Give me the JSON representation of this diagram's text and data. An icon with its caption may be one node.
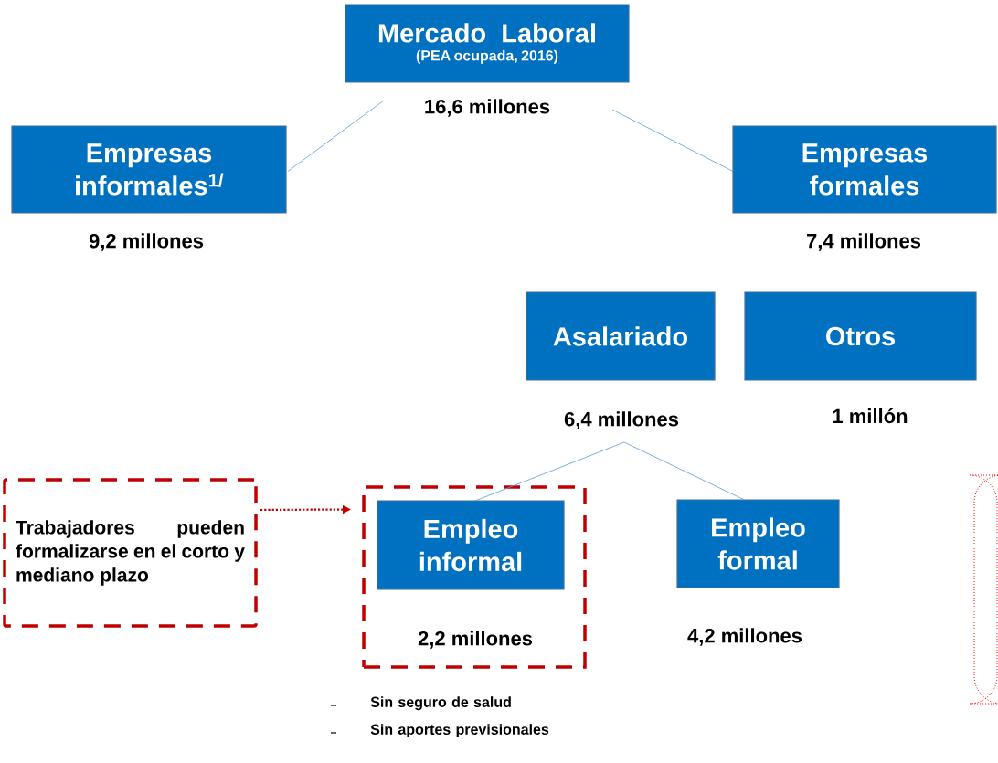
{
  "diagram": {
    "nodes": [
      {
        "text": [
          "Mercado Laboral",
          "(PEA ocupada, 2016)"
        ],
        "beside": [
          "16,6 millones"
        ]
      },
      {
        "text": [
          "Empresas informales$^{1/}$"
        ],
        "beside": [
          "9,2 millones"
        ]
      },
      {
        "text": [
          "Empresas formales"
        ],
        "beside": [
          "7,4 millones"
        ]
      },
      {
        "text": [
          "Asalariado"
        ],
        "beside": [
          "6,4 millones"
        ]
      },
      {
        "text": [
          "Otros"
        ],
        "beside": [
          "1 millón"
        ]
      },
      {
        "text": [
          "Trabajadores pueden formalizarse en el corto y mediano plazo"
        ]
      },
      {
        "text": [],
        "shape": "box"
      },
      {
        "text": [
          "Empleo informal"
        ],
        "in": 6,
        "beside": [
          "2,2 millones"
        ]
      },
      {
        "text": [
          "Empleo formal"
        ],
        "beside": [
          "4,2 millones"
        ]
      },
      {
        "text": [],
        "shape": "box"
      }
    ],
    "edges": [
      {
        "from": 0,
        "to": 1,
        "arrow": "none"
      },
      {
        "from": 0,
        "to": 2,
        "arrow": "none"
      },
      {
        "from": 3,
        "to": 7,
        "arrow": "none"
      },
      {
        "from": 3,
        "to": 8,
        "arrow": "none"
      },
      {
        "from": 5,
        "to": 6,
        "arrow": "to",
        "style": "dashed",
        "color": "#c00000"
      }
    ],
    "labels": [
      "Sin seguro de salud",
      "Sin aportes previsionales"
    ]
  }
}
